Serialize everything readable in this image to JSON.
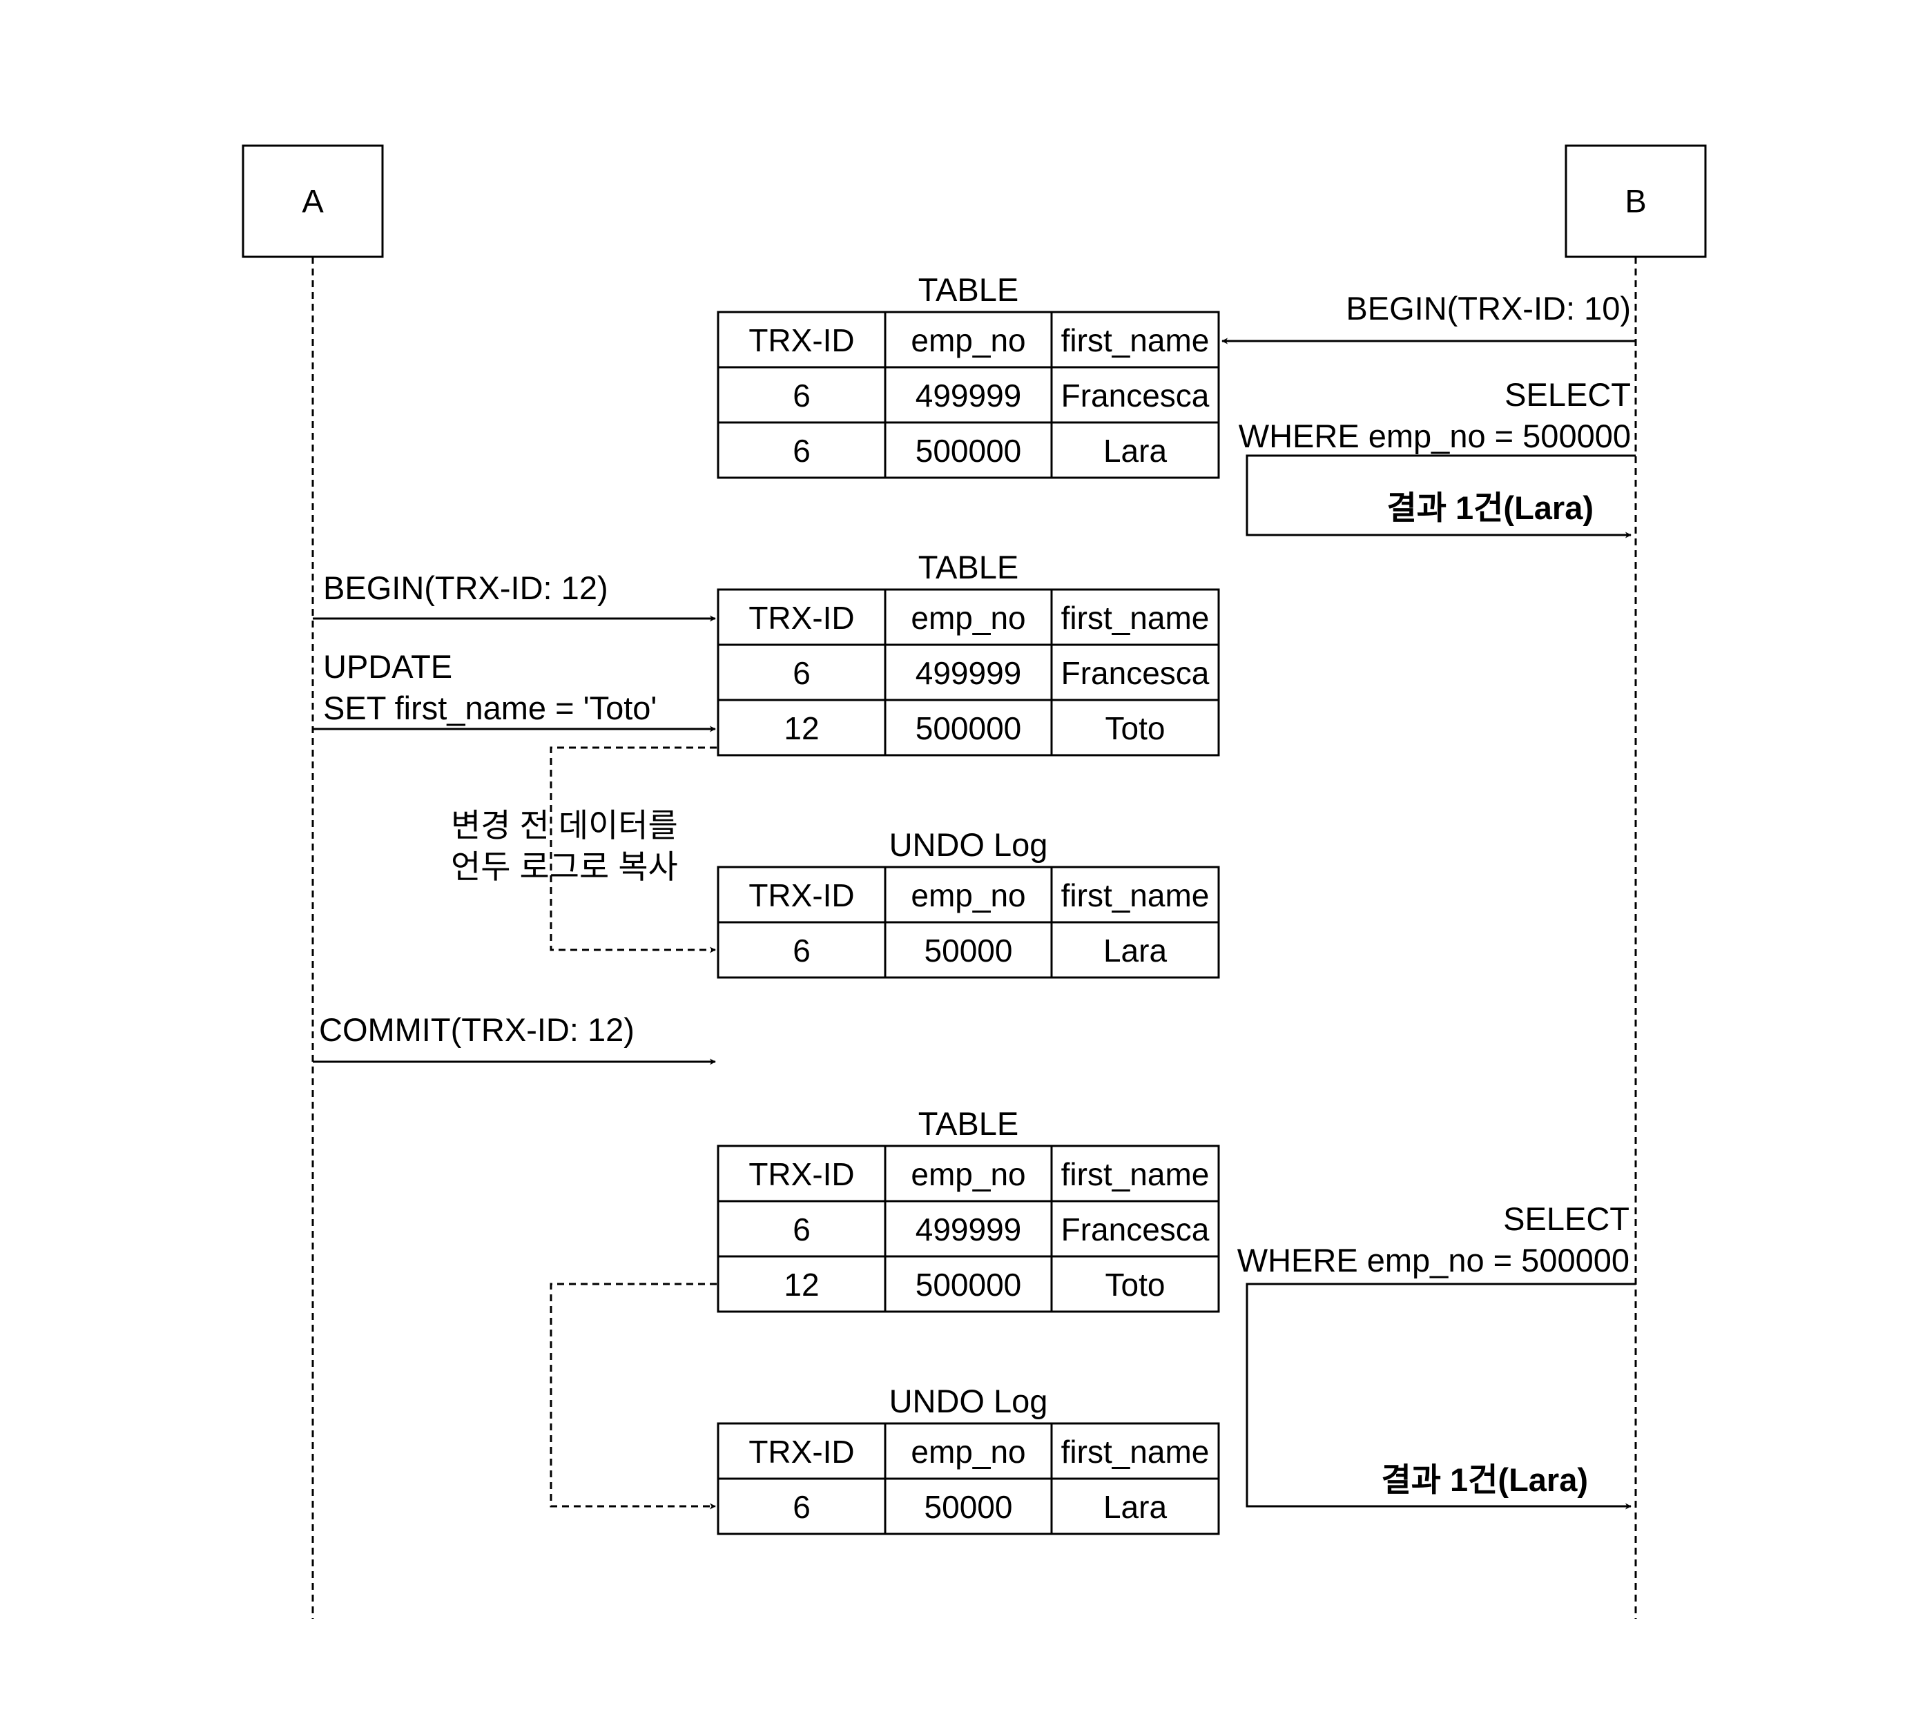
{
  "participants": [
    {
      "id": "A",
      "label": "A"
    },
    {
      "id": "B",
      "label": "B"
    }
  ],
  "columns": [
    "TRX-ID",
    "emp_no",
    "first_name"
  ],
  "tables": [
    {
      "id": "table1",
      "title": "TABLE",
      "rows": [
        [
          "6",
          "499999",
          "Francesca"
        ],
        [
          "6",
          "500000",
          "Lara"
        ]
      ]
    },
    {
      "id": "table2",
      "title": "TABLE",
      "rows": [
        [
          "6",
          "499999",
          "Francesca"
        ],
        [
          "12",
          "500000",
          "Toto"
        ]
      ]
    },
    {
      "id": "undo1",
      "title": "UNDO Log",
      "rows": [
        [
          "6",
          "50000",
          "Lara"
        ]
      ]
    },
    {
      "id": "table3",
      "title": "TABLE",
      "rows": [
        [
          "6",
          "499999",
          "Francesca"
        ],
        [
          "12",
          "500000",
          "Toto"
        ]
      ]
    },
    {
      "id": "undo2",
      "title": "UNDO Log",
      "rows": [
        [
          "6",
          "50000",
          "Lara"
        ]
      ]
    }
  ],
  "messages": {
    "b_begin": "BEGIN(TRX-ID: 10)",
    "b_select1_line1": "SELECT",
    "b_select1_line2": "WHERE emp_no = 500000",
    "b_result1": "결과 1건(Lara)",
    "a_begin": "BEGIN(TRX-ID: 12)",
    "a_update_line1": "UPDATE",
    "a_update_line2": "SET first_name = 'Toto'",
    "undo_copy_line1": "변경 전 데이터를",
    "undo_copy_line2": "언두 로그로 복사",
    "a_commit": "COMMIT(TRX-ID: 12)",
    "b_select2_line1": "SELECT",
    "b_select2_line2": "WHERE emp_no = 500000",
    "b_result2": "결과 1건(Lara)"
  },
  "colors": {
    "stroke": "#000000",
    "background": "#ffffff"
  }
}
